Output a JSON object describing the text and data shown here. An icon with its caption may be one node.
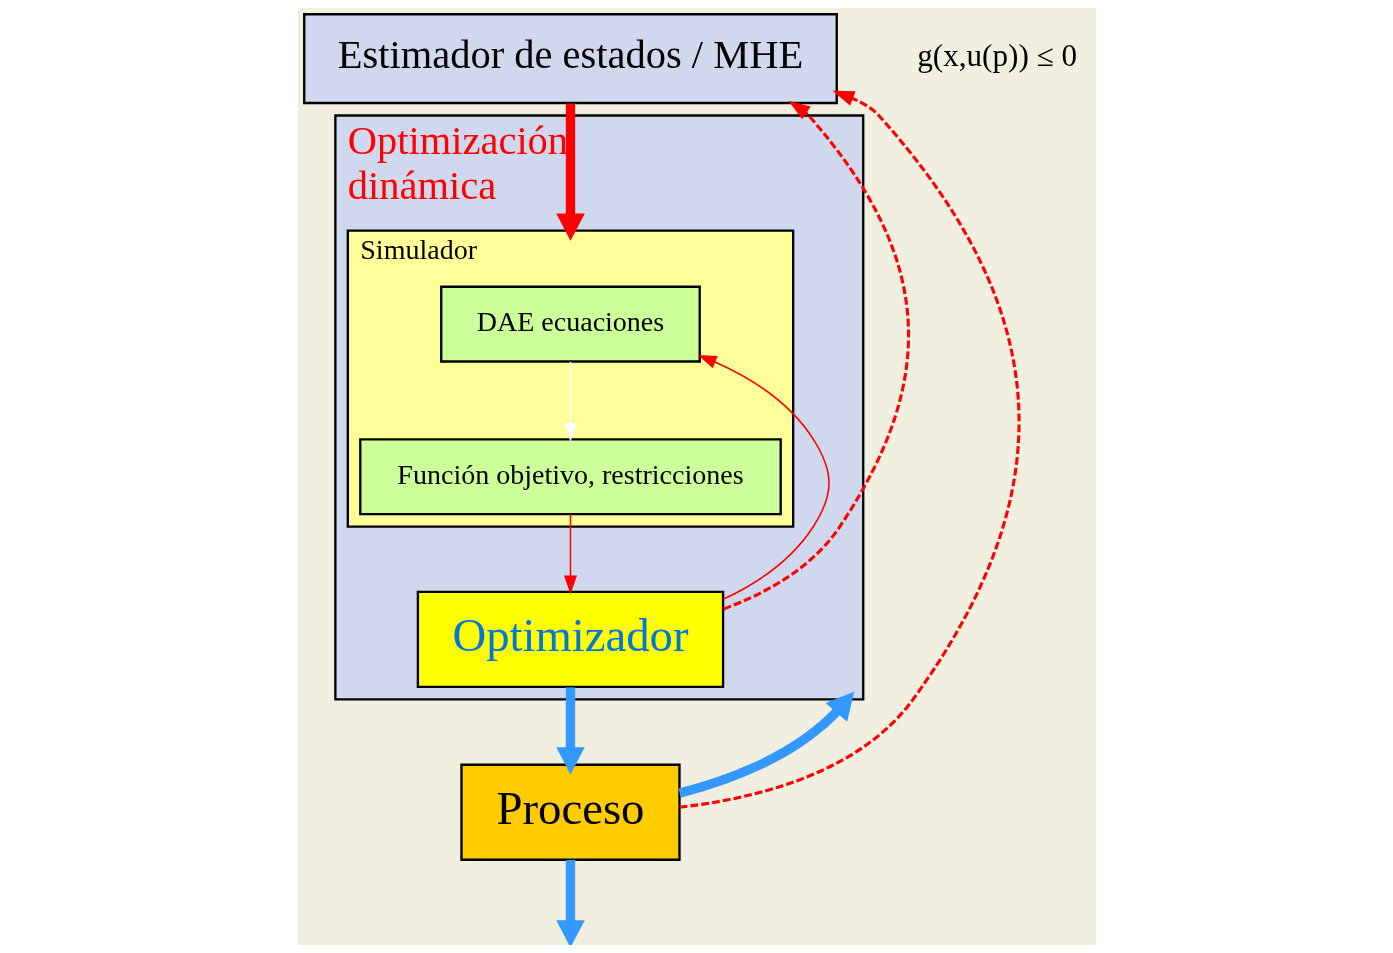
{
  "diagram": {
    "nodes": [
      {
        "text": [
          "Estimador de estados / MHE"
        ]
      },
      {
        "text": [
          "Optimización dinámica"
        ]
      },
      {
        "text": [
          "Simulador"
        ],
        "in": 1
      },
      {
        "text": [
          "DAE ecuaciones"
        ],
        "in": 2
      },
      {
        "text": [
          "Función objetivo, restricciones"
        ],
        "in": 2
      },
      {
        "text": [
          "Optimizador"
        ],
        "in": 1
      },
      {
        "text": [
          "Proceso"
        ]
      }
    ],
    "edges": [
      {
        "from": 0,
        "to": 2,
        "arrow": "to",
        "style": "thick"
      },
      {
        "from": 3,
        "to": 4,
        "arrow": "to",
        "color": "#ffffff"
      },
      {
        "from": 5,
        "to": 3,
        "arrow": "to"
      },
      {
        "from": 4,
        "to": 5,
        "arrow": "to"
      },
      {
        "from": 5,
        "to": 6,
        "arrow": "to",
        "style": "thick",
        "color": "#3399ff"
      },
      {
        "from": 5,
        "to": 0,
        "arrow": "to",
        "style": "dashed"
      },
      {
        "from": 6,
        "to": 0,
        "arrow": "to",
        "style": "dashed"
      },
      {
        "from": 6,
        "to": null,
        "arrow": "to",
        "style": "thick",
        "color": "#3399ff"
      },
      {
        "from": 6,
        "to": 1,
        "arrow": "to",
        "style": "thick",
        "color": "#3399ff"
      }
    ],
    "labels": [
      "g(x,u(p)) ≤ 0"
    ]
  }
}
